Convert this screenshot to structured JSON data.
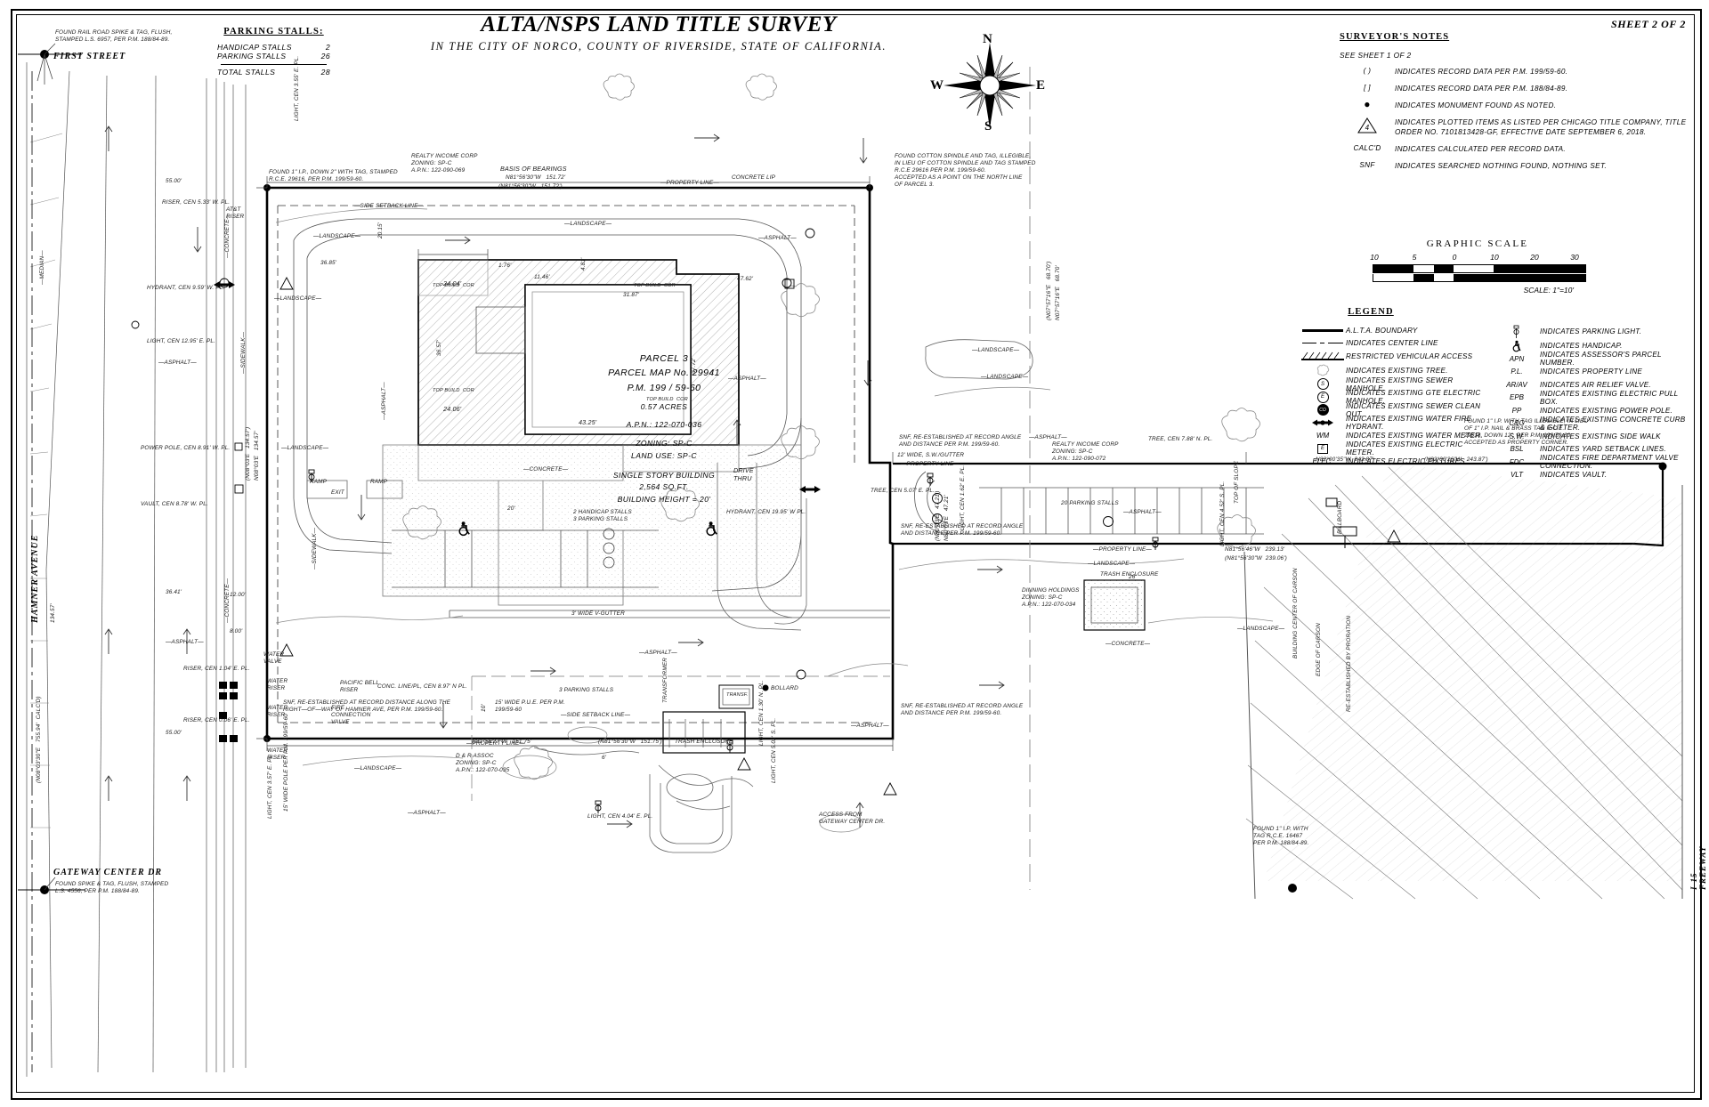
{
  "sheet": {
    "title": "ALTA/NSPS LAND TITLE SURVEY",
    "subtitle": "IN THE CITY OF NORCO, COUNTY OF RIVERSIDE, STATE OF CALIFORNIA.",
    "sheet_number": "SHEET 2 OF 2"
  },
  "parking": {
    "heading": "PARKING STALLS:",
    "rows": [
      {
        "label": "HANDICAP STALLS",
        "value": "2"
      },
      {
        "label": "PARKING STALLS",
        "value": "26"
      }
    ],
    "total": {
      "label": "TOTAL STALLS",
      "value": "28"
    }
  },
  "compass": {
    "n": "N",
    "e": "E",
    "s": "S",
    "w": "W"
  },
  "notes": {
    "heading": "SURVEYOR'S NOTES",
    "subnote": "SEE SHEET 1 OF 2",
    "items": [
      {
        "symbol": "(  )",
        "text": "INDICATES RECORD DATA PER P.M. 199/59-60."
      },
      {
        "symbol": "[  ]",
        "text": "INDICATES RECORD DATA PER P.M. 188/84-89."
      },
      {
        "symbol": "●",
        "text": "INDICATES MONUMENT FOUND AS NOTED."
      },
      {
        "symbol": "⚠",
        "text": "INDICATES PLOTTED ITEMS AS LISTED PER CHICAGO TITLE COMPANY,\nTITLE ORDER NO. 7101813428-GF, EFFECTIVE DATE SEPTEMBER 6, 2018."
      },
      {
        "symbol": "CALC'D",
        "text": "INDICATES CALCULATED PER RECORD DATA."
      },
      {
        "symbol": "SNF",
        "text": "INDICATES SEARCHED NOTHING FOUND, NOTHING SET."
      }
    ]
  },
  "graphic_scale": {
    "heading": "GRAPHIC SCALE",
    "ticks": [
      "10",
      "5",
      "0",
      "10",
      "20",
      "30"
    ],
    "scale_text": "SCALE: 1\"=10'"
  },
  "legend": {
    "heading": "LEGEND",
    "left": [
      {
        "symbol": "line-solid",
        "text": "A.L.T.A. BOUNDARY"
      },
      {
        "symbol": "line-center",
        "text": "INDICATES CENTER LINE"
      },
      {
        "symbol": "hatch-restricted",
        "text": "RESTRICTED VEHICULAR ACCESS"
      },
      {
        "symbol": "tree",
        "text": "INDICATES EXISTING TREE."
      },
      {
        "symbol": "S",
        "text": "INDICATES EXISTING SEWER MANHOLE."
      },
      {
        "symbol": "E",
        "text": "INDICATES EXISTING GTE ELECTRIC MANHOLE."
      },
      {
        "symbol": "CO",
        "text": "INDICATES EXISTING SEWER CLEAN OUT."
      },
      {
        "symbol": "hydrant",
        "text": "INDICATES EXISTING WATER FIRE HYDRANT."
      },
      {
        "symbol": "WM",
        "text": "INDICATES EXISTING WATER METER."
      },
      {
        "symbol": "E-box",
        "text": "INDICATES EXISTING ELECTRIC METER."
      },
      {
        "symbol": "ELEC.",
        "text": "INDICATES ELECTRIC FIXTURES."
      }
    ],
    "right": [
      {
        "symbol": "light",
        "text": "INDICATES PARKING LIGHT."
      },
      {
        "symbol": "handicap",
        "text": "INDICATES HANDICAP."
      },
      {
        "symbol": "APN",
        "text": "INDICATES ASSESSOR'S PARCEL NUMBER."
      },
      {
        "symbol": "P.L.",
        "text": "INDICATES PROPERTY LINE"
      },
      {
        "symbol": "AR/AV",
        "text": "INDICATES AIR RELIEF VALVE."
      },
      {
        "symbol": "EPB",
        "text": "INDICATES EXISTING ELECTRIC PULL BOX."
      },
      {
        "symbol": "PP",
        "text": "INDICATES EXISTING POWER POLE."
      },
      {
        "symbol": "C&G",
        "text": "INDICATES EXISTING CONCRETE CURB & GUTTER."
      },
      {
        "symbol": "S.W.",
        "text": "INDICATES EXISTING SIDE WALK"
      },
      {
        "symbol": "BSL",
        "text": "INDICATES YARD SETBACK LINES."
      },
      {
        "symbol": "FDC",
        "text": "INDICATES FIRE DEPARTMENT VALVE CONNECTION."
      },
      {
        "symbol": "VLT",
        "text": "INDICATES VAULT."
      }
    ]
  },
  "parcel": {
    "name": "PARCEL 3",
    "map": "PARCEL MAP No. 29941",
    "pm": "P.M. 199 / 59-60",
    "acres": "0.57 ACRES",
    "apn": "A.P.N.: 122-070-036",
    "zoning": "ZONING: SP-C",
    "land_use": "LAND USE: SP-C",
    "building": "SINGLE STORY BUILDING",
    "area": "2,564 SQ.FT.",
    "height": "BUILDING HEIGHT = 20'"
  },
  "streets": {
    "first": "FIRST STREET",
    "hamner": "HAMNER AVENUE",
    "gateway": "GATEWAY CENTER DR",
    "freeway": "I-15 FREEWAY"
  },
  "monuments": {
    "nw": "FOUND RAIL ROAD SPIKE & TAG, FLUSH,\nSTAMPED L.S. 6957, PER P.M. 188/84-89.",
    "sw": "FOUND SPIKE & TAG, FLUSH, STAMPED\nL.S. 4556, PER P.M. 188/84-89.",
    "nw_ip": "FOUND 1\" I.P., DOWN 2\" WITH TAG, STAMPED\nR.C.E. 29616, PER P.M. 199/59-60.",
    "ne": "FOUND COTTON SPINDLE AND TAG, ILLEGIBLE,\nIN LIEU OF COTTON SPINDLE AND TAG STAMPED\nR.C.E 29616 PER P.M. 199/59-60.\nACCEPTED AS A POINT ON THE NORTH LINE\nOF PARCEL 3.",
    "se": "FOUND 1\" I.P. WITH TAG ILLEGIBLE, IN LIEU\nOF 1\" I.P. NAIL & BRASS TAG R.C.E.\n29616, DOWN 12\", PER P.M. 199/59-60.\nACCEPTED AS PROPERTY CORNER.",
    "s_freeway": "FOUND 1\" I.P. WITH\nTAG R.C.E. 16467\nPER P.M. 188/84-89."
  },
  "owners": {
    "realty_n": "REALTY INCOME CORP\nZONING: SP-C\nA.P.N.: 122-090-069",
    "realty_e": "REALTY INCOME CORP\nZONING: SP-C\nA.P.N.: 122-090-072",
    "dinning": "DINNING HOLDINGS\nZONING: SP-C\nA.P.N.: 122-070-034",
    "dr_assoc": "D & R ASSOC\nZONING: SP-C\nA.P.N.: 122-070-035"
  },
  "bearings": {
    "basis_label": "BASIS OF BEARINGS",
    "basis_n": "N81°56'30\"W   151.72'",
    "basis_n_rec": "(N81°56'30\"W   151.72')",
    "south": "N81°56'27\"W   151.75'",
    "south_rec": "(N81°56'30\"W   151.75')",
    "east_top": "N82°00'35\"W  243.87'",
    "east_top_rec": "(N82°00'26\"W   243.87')",
    "east_bot": "N81°56'46\"W   239.13'",
    "east_bot_rec": "(N81°56'30\"W  239.06')",
    "west_top": "55.00'",
    "west_bot": "55.00'",
    "w_left_a": "(N08°03'30\"E   755.94'  CALC'D)",
    "w_left_b": "134.57'",
    "n0757": "N07°57'16\"E   68.70'",
    "n0757_rec": "(N07°57'16\"E   68.70')",
    "n8003": "N80°03'E   47.21'",
    "n8003_rec": "(N80°03'E   47.21')",
    "e_left": "N08°03'E   134.57'",
    "e_left_rec": "(N08°03'E   134.57')"
  },
  "map_labels": {
    "asphalt": "—ASPHALT—",
    "landscape": "—LANDSCAPE—",
    "concrete": "—CONCRETE—",
    "sidewalk": "—SIDEWALK—",
    "median": "—MEDIAN—",
    "property_line": "—PROPERTY LINE—",
    "side_setback": "—SIDE SETBACK LINE—",
    "concrete_lip": "CONCRETE LIP",
    "v_gutter": "3' WIDE V-GUTTER",
    "pue": "15' WIDE P.U.E. PER P.M.\n199/59-60",
    "drive_thru": "DRIVE\nTHRU",
    "ramp": "RAMP",
    "exit": "EXIT",
    "trash": "TRASH ENCLOSURE",
    "transformer": "TRANSFORMER",
    "transf": "TRANSF.",
    "bollard": "BOLLARD",
    "billboard": "BILLBOARD",
    "top_slope": "TOP OF SLOPE",
    "stalls_20": "20 PARKING STALLS",
    "stalls_3": "3 PARKING STALLS",
    "stalls_hc": "2 HANDICAP STALLS\n3 PARKING STALLS",
    "access_gateway": "ACCESS FROM\nGATEWAY CENTER DR.",
    "snf_note_a": "SNF, RE-ESTABLISHED AT RECORD ANGLE\nAND DISTANCE PER P.M. 199/59-60.",
    "snf_note_b": "SNF, RE-ESTABLISHED AT RECORD ANGLE\nAND DISTANCE PER P.M. 199/59-60.",
    "snf_note_c": "SNF, RE-ESTABLISHED AT RECORD ANGLE\nAND DISTANCE PER P.M. 199/59-60.",
    "snf_note_d": "SNF, RE-ESTABLISHED AT RECORD DISTANCE ALONG THE\nRIGHT—OF—WAY OF HAMNER AVE, PER P.M. 199/59-60.",
    "pacific_bell": "PACIFIC BELL\nRISER",
    "fire_conn": "FIRE\nCONNECTION\nVALVE",
    "water_riser": "WATER\nRISER",
    "water_riser2": "WATER\nRISER",
    "water_riser3": "WATER\nRISER",
    "atat_riser": "AT&T\nRISER",
    "top_build_cor": "TOP BUILD  COR",
    "top_build_cor2": "TOP BUILD  COR",
    "top_build_cor3": "TOP BUILD  COR",
    "top_build_cor4": "TOP BUILD  COR",
    "building_center": "BUILDING CENTER OF CARSON",
    "building_edge": "EDGE OF CARSON",
    "reestablish_fraction": "RE-ESTABLISHED BY PRORATION"
  },
  "dimensions": {
    "d_24_04_top": "24.04'",
    "d_24_04_bot": "24.06'",
    "d_11_46": "11.46'",
    "d_1_76": "1.76'",
    "d_4_81": "4.81'",
    "d_31_87": "31.87'",
    "d_36_57": "36.57'",
    "d_37_72": "37.72'",
    "d_43_25": "43.25'",
    "d_20_15": "20.15'",
    "d_36_85": "36.85'",
    "d_36_41": "36.41'",
    "d_47_62": "47.62'",
    "d_12_00": "12.00'",
    "d_8_00": "8.00'",
    "d_26": "26'",
    "d_20": "20'",
    "d_10": "10'",
    "d_6": "6'"
  },
  "utility_notes": {
    "riser_cen_533": "RISER, CEN 5.33' W. PL.",
    "hydrant_cen_959": "HYDRANT, CEN 9.59' W. PL.",
    "light_cen_1295": "LIGHT, CEN 12.95' E. PL.",
    "power_pole_891": "POWER POLE, CEN 8.91' W. PL.",
    "vault_cen_878": "VAULT, CEN 8.78' W. PL.",
    "riser_cen_104": "RISER, CEN 1.04' E. PL.",
    "riser_cen_006": "RISER, CEN 0.06' E. PL.",
    "water_valve": "WATER\nVALVE",
    "conc_cen_897": "CONC. LINE/PL, CEN 8.97' N PL.",
    "hydrant_cen_1995": "HYDRANT, CEN 19.95' W PL.",
    "tree_cen_507": "TREE, CEN 5.07' E. PL.",
    "tree_cen_788": "TREE, CEN 7.88' N. PL.",
    "light_cen_162": "LIGHT, CEN 1.62' E. PL.",
    "light_cen_452": "LIGHT, CEN 4.52' S. PL.",
    "light_cen_404": "LIGHT, CEN 4.04' E. PL.",
    "light_cen_502": "LIGHT, CEN 5.02' S. PL.",
    "light_cen_130": "LIGHT, CEN 1.30' N. PL.",
    "light_cen_355": "LIGHT, CEN 3.55' E. PL.",
    "light_cen_357": "LIGHT, CEN 3.57' E. PL.",
    "wide_pole": "15' WIDE POLE PER P.M. 199/59-60",
    "wide_sw_nr": "12' WIDE, S.W./GUTTER"
  },
  "colors": {
    "ink": "#000000",
    "light_ink": "#8a8a8a",
    "paper": "#ffffff"
  }
}
